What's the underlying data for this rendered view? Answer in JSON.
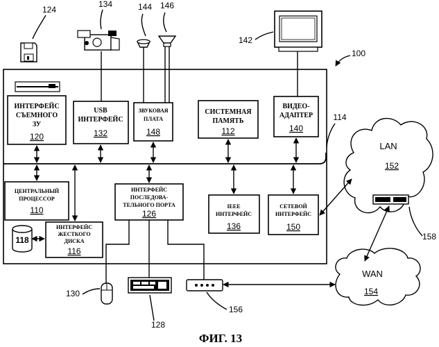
{
  "figure": {
    "caption": "ФИГ. 13",
    "computer_ref": "100",
    "bus_ref": "114"
  },
  "blocks": {
    "removable": {
      "lines": [
        "ИНТЕРФЕЙС",
        "СЪЕМНОГО",
        "ЗУ"
      ],
      "ref": "120"
    },
    "usb": {
      "lines": [
        "USB",
        "ИНТЕРФЕЙС"
      ],
      "ref": "132"
    },
    "sound": {
      "lines": [
        "ЗВУКОВАЯ",
        "ПЛАТА"
      ],
      "ref": "148"
    },
    "sysmem": {
      "lines": [
        "СИСТЕМНАЯ",
        "ПАМЯТЬ"
      ],
      "ref": "112"
    },
    "video": {
      "lines": [
        "ВИДЕО-",
        "АДАПТЕР"
      ],
      "ref": "140"
    },
    "cpu": {
      "lines": [
        "ЦЕНТРАЛЬНЫЙ",
        "ПРОЦЕССОР"
      ],
      "ref": "110"
    },
    "serial": {
      "lines": [
        "ИНТЕРФЕЙС",
        "ПОСЛЕДОВА-",
        "ТЕЛЬНОГО ПОРТА"
      ],
      "ref": "126"
    },
    "ieee": {
      "lines": [
        "IEEE",
        "ИНТЕРФЕЙС"
      ],
      "ref": "136"
    },
    "network": {
      "lines": [
        "СЕТЕВОЙ",
        "ИНТЕРФЕЙС"
      ],
      "ref": "150"
    },
    "hdd": {
      "lines": [
        "ИНТЕРФЕЙС",
        "ЖЕСТКОГО",
        "ДИСКА"
      ],
      "ref": "116"
    },
    "disk": {
      "ref": "118"
    }
  },
  "devices": {
    "floppy": "124",
    "camera": "134",
    "mic": "144",
    "speaker": "146",
    "monitor": "142",
    "mouse": "130",
    "keyboard": "128",
    "modem": "156",
    "router": "158"
  },
  "networks": {
    "lan": {
      "name": "LAN",
      "ref": "152"
    },
    "wan": {
      "name": "WAN",
      "ref": "154"
    }
  }
}
